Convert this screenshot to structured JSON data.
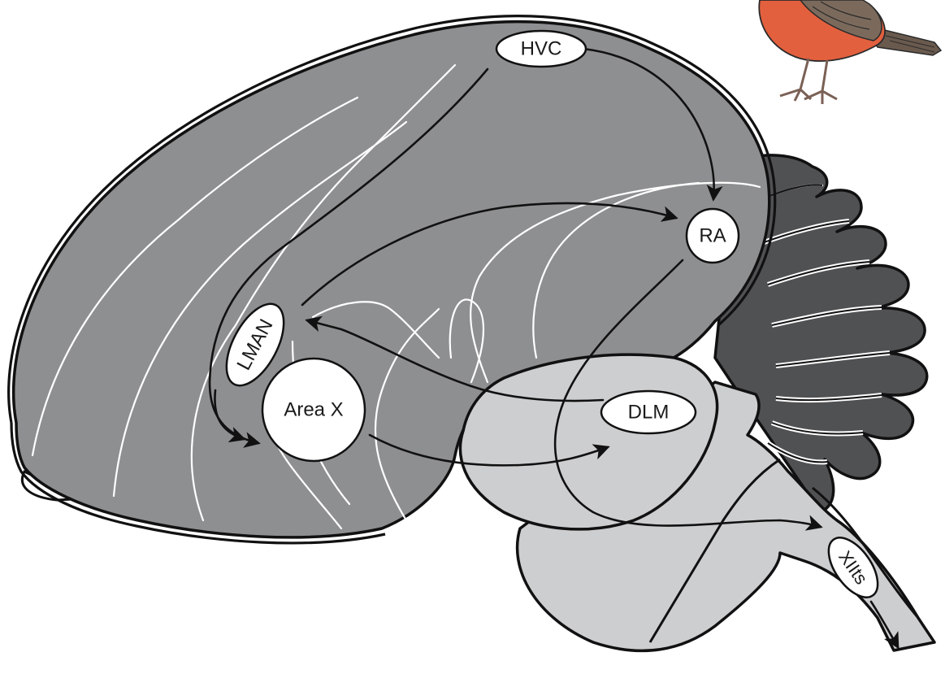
{
  "colors": {
    "telencephalon": "#8e8f91",
    "cerebellum": "#505153",
    "brainstem": "#cdced0",
    "nucleus_fill": "#ffffff",
    "outline": "#111111",
    "bird_breast": "#e3603e",
    "bird_back": "#7b6a5c"
  },
  "nuclei": {
    "hvc": "HVC",
    "ra": "RA",
    "lman": "LMAN",
    "area_x": "Area X",
    "dlm": "DLM",
    "xiits": "XIIts"
  },
  "illustration": {
    "icon": "songbird-icon"
  }
}
